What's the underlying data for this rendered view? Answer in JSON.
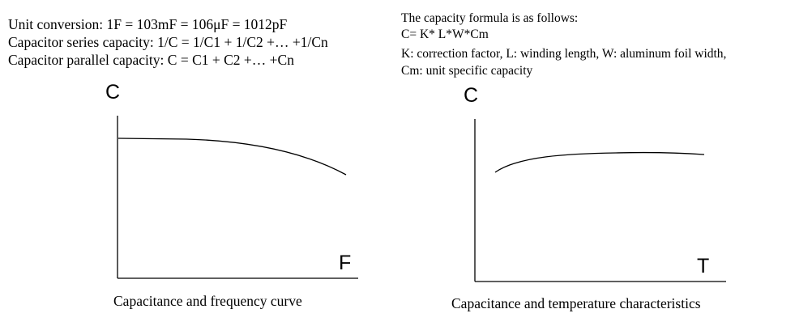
{
  "formulas_left": [
    "Unit conversion: 1F = 103mF = 106μF = 1012pF",
    "Capacitor series capacity: 1/C = 1/C1 + 1/C2 +… +1/Cn",
    "Capacitor parallel capacity: C = C1 + C2 +… +Cn"
  ],
  "formulas_right": [
    "The capacity formula is as follows:",
    "C= K* L*W*Cm",
    "K: correction factor, L: winding length, W: aluminum foil width,",
    "Cm: unit specific capacity"
  ],
  "charts": [
    {
      "caption": "Capacitance and frequency curve",
      "y_axis_letter": "C",
      "x_axis_letter": "F",
      "curve_trend": "decreasing"
    },
    {
      "caption": "Capacitance and temperature characteristics",
      "y_axis_letter": "C",
      "x_axis_letter": "T",
      "curve_trend": "increasing then flat"
    }
  ]
}
